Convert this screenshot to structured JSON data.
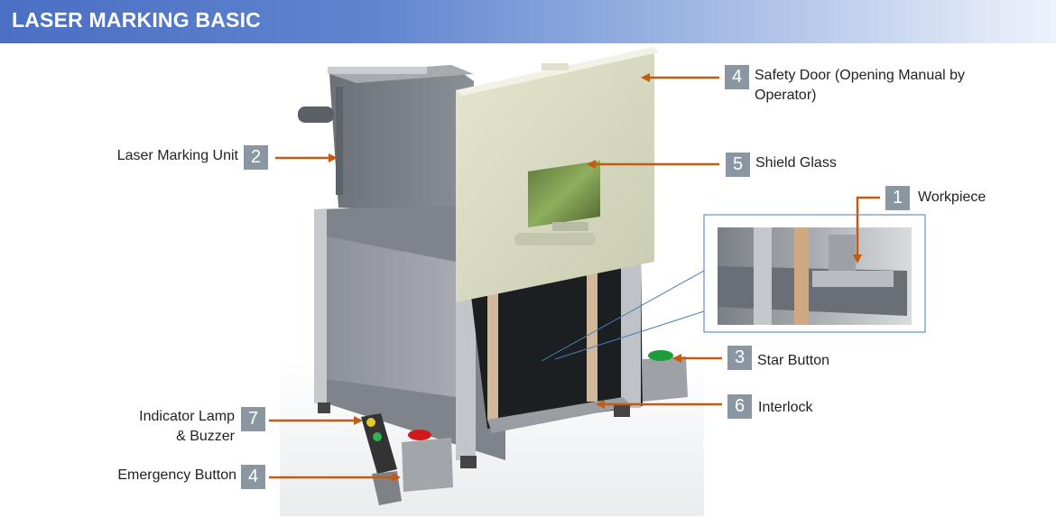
{
  "header": {
    "title": "LASER MARKING BASIC"
  },
  "callouts": [
    {
      "num": "4",
      "label_line1": "Safety Door (Opening Manual by",
      "label_line2": "Operator)"
    },
    {
      "num": "2",
      "label_line1": "Laser Marking Unit"
    },
    {
      "num": "5",
      "label_line1": "Shield Glass"
    },
    {
      "num": "1",
      "label_line1": "Workpiece"
    },
    {
      "num": "3",
      "label_line1": "Star Button"
    },
    {
      "num": "6",
      "label_line1": "Interlock"
    },
    {
      "num": "7",
      "label_line1": "Indicator Lamp",
      "label_line2": "& Buzzer"
    },
    {
      "num": "4",
      "label_line1": "Emergency Button"
    }
  ],
  "colors": {
    "arrow": "#c55a11",
    "badge": "#8a97a3",
    "header": "#4a6fc4"
  }
}
